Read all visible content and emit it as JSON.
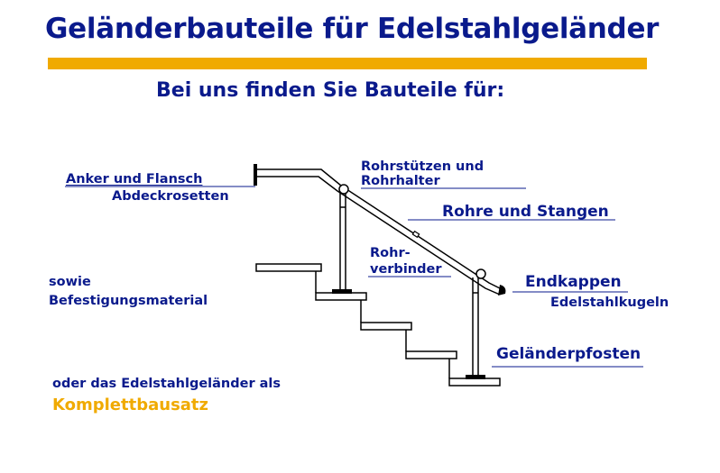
{
  "title": "Geländerbauteile für Edelstahlgeländer",
  "subtitle": "Bei uns finden Sie Bauteile für:",
  "labels": {
    "anchor": "Anker und Flansch",
    "cover_rosettes": "Abdeckrosetten",
    "pipe_supports_1": "Rohrstützen und",
    "pipe_supports_2": "Rohrhalter",
    "pipes_rods": "Rohre und Stangen",
    "connector_1": "Rohr-",
    "connector_2": "verbinder",
    "end_caps": "Endkappen",
    "steel_balls": "Edelstahlkugeln",
    "railing_posts": "Geländerpfosten",
    "also_1": "sowie",
    "also_2": "Befestigungsmaterial",
    "or_as": "oder das Edelstahlgeländer als",
    "kit": "Komplettbausatz"
  },
  "colors": {
    "text_blue": "#0a1a8c",
    "accent_orange": "#f0aa00",
    "line_black": "#000000"
  }
}
